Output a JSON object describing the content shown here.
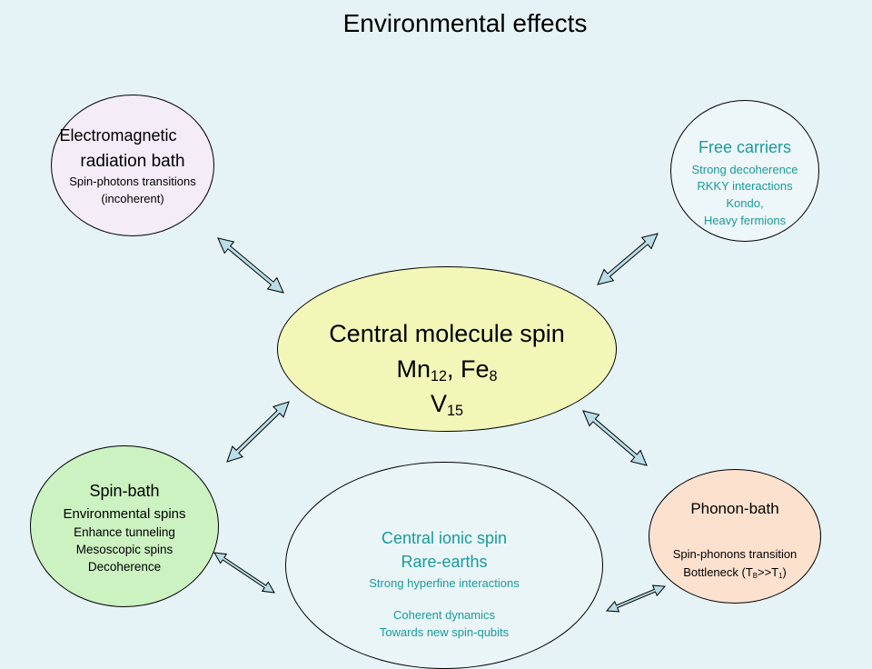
{
  "title": "Environmental effects",
  "colors": {
    "background": "#e6f3f6",
    "central_fill": "#f2f7b8",
    "em_fill": "#f4ecf7",
    "free_fill": "#edf6f9",
    "spin_fill": "#ccf2c2",
    "ionic_fill": "#eaf5f8",
    "phonon_fill": "#fde1cf",
    "teal_text": "#1a9a9a",
    "arrow_fill": "#b9dde6"
  },
  "central": {
    "line1": "Central molecule spin",
    "mn": "Mn",
    "mn_sub": "12",
    "comma": ", Fe",
    "fe_sub": "8",
    "v": "V",
    "v_sub": "15"
  },
  "em_bath": {
    "line1": "Electromagnetic",
    "line2": "radiation bath",
    "line3": "Spin-photons transitions",
    "line4": "(incoherent)"
  },
  "free_carriers": {
    "line1": "Free carriers",
    "line2": "Strong decoherence",
    "line3": "RKKY interactions",
    "line4": "Kondo,",
    "line5": "Heavy fermions"
  },
  "spin_bath": {
    "line1": "Spin-bath",
    "line2": "Environmental spins",
    "line3": "Enhance tunneling",
    "line4": "Mesoscopic spins",
    "line5": "Decoherence"
  },
  "ionic": {
    "line1": "Central ionic spin",
    "line2": "Rare-earths",
    "line3": "Strong hyperfine interactions",
    "line4": "Coherent dynamics",
    "line5": "Towards new spin-qubits"
  },
  "phonon": {
    "line1": "Phonon-bath",
    "line2": "Spin-phonons transition",
    "line3a": "Bottleneck (T",
    "line3b": "B",
    "line3c": ">>T",
    "line3d": "1",
    "line3e": ")"
  }
}
